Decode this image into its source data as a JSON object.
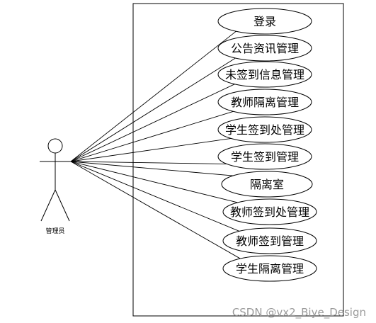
{
  "actor": {
    "label": "管理员"
  },
  "use_cases": [
    "登录",
    "公告资讯管理",
    "未签到信息管理",
    "教师隔离管理",
    "学生签到处管理",
    "学生签到管理",
    "隔离室",
    "教师签到处管理",
    "教师签到管理",
    "学生隔离管理"
  ],
  "watermark": "CSDN @vx2_Biye_Design"
}
